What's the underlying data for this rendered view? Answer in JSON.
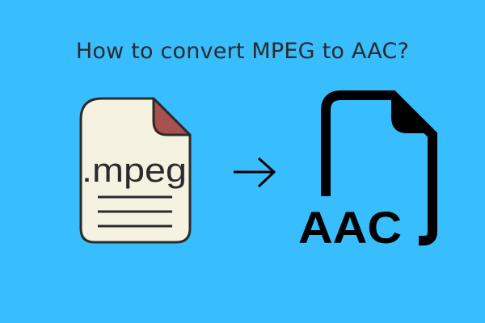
{
  "title": "How to convert MPEG to AAC?",
  "source_icon": {
    "label": ".mpeg",
    "name": "mpeg-file-icon"
  },
  "arrow": {
    "name": "arrow-right-icon"
  },
  "target_icon": {
    "label": "AAC",
    "name": "aac-file-icon"
  },
  "colors": {
    "background": "#38bdff",
    "page": "#f6f2e2",
    "fold": "#a9514f",
    "stroke": "#2b2b2b",
    "target": "#000000"
  }
}
